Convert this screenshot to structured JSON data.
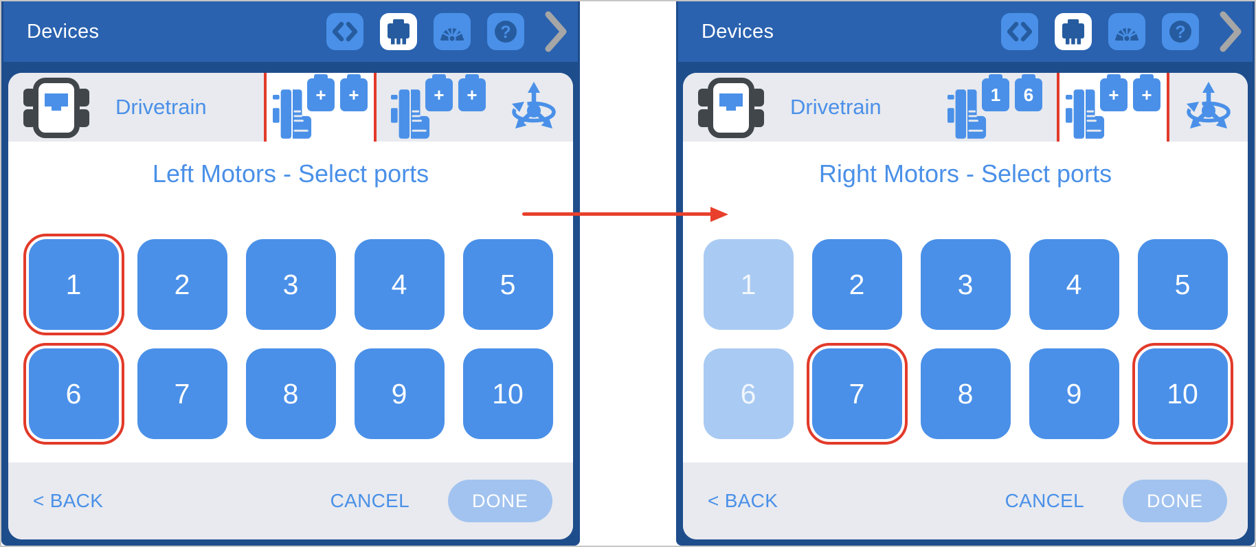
{
  "colors": {
    "topbar_blue": "#2a62af",
    "panel_navy": "#1e4d8c",
    "accent_blue": "#4a90e8",
    "icon_glyph_navy": "#265c9f",
    "card_gray": "#e8eaef",
    "port_disabled_blue": "#a9caf2",
    "selection_red": "#e23a2a",
    "arrow_red": "#e8402c",
    "done_disabled_blue": "#a2c3ef",
    "chevron_gray": "#a6a6a6"
  },
  "annotation_arrow": {
    "direction": "right",
    "color": "#e8402c"
  },
  "panels": [
    {
      "topbar": {
        "title": "Devices",
        "icons": [
          "code-icon",
          "devices-port-icon",
          "gauge-icon",
          "help-icon"
        ],
        "active_icon": "devices-port-icon",
        "chevron_icon": "chevron-right"
      },
      "drivetrain": {
        "label": "Drivetrain",
        "motor_groups": [
          {
            "name": "left-motors",
            "badges": [
              "+",
              "+"
            ],
            "selected": true
          },
          {
            "name": "right-motors",
            "badges": [
              "+",
              "+"
            ],
            "selected": false
          }
        ],
        "gyro_icon": "gyro-icon"
      },
      "prompt": "Left Motors - Select ports",
      "ports": [
        {
          "label": "1",
          "selected": true,
          "disabled": false
        },
        {
          "label": "2",
          "selected": false,
          "disabled": false
        },
        {
          "label": "3",
          "selected": false,
          "disabled": false
        },
        {
          "label": "4",
          "selected": false,
          "disabled": false
        },
        {
          "label": "5",
          "selected": false,
          "disabled": false
        },
        {
          "label": "6",
          "selected": true,
          "disabled": false
        },
        {
          "label": "7",
          "selected": false,
          "disabled": false
        },
        {
          "label": "8",
          "selected": false,
          "disabled": false
        },
        {
          "label": "9",
          "selected": false,
          "disabled": false
        },
        {
          "label": "10",
          "selected": false,
          "disabled": false
        }
      ],
      "footer": {
        "back_label": "< BACK",
        "cancel_label": "CANCEL",
        "done_label": "DONE",
        "done_disabled": true
      }
    },
    {
      "topbar": {
        "title": "Devices",
        "icons": [
          "code-icon",
          "devices-port-icon",
          "gauge-icon",
          "help-icon"
        ],
        "active_icon": "devices-port-icon",
        "chevron_icon": "chevron-right"
      },
      "drivetrain": {
        "label": "Drivetrain",
        "motor_groups": [
          {
            "name": "left-motors",
            "badges": [
              "1",
              "6"
            ],
            "selected": false
          },
          {
            "name": "right-motors",
            "badges": [
              "+",
              "+"
            ],
            "selected": true
          }
        ],
        "gyro_icon": "gyro-icon"
      },
      "prompt": "Right Motors - Select ports",
      "ports": [
        {
          "label": "1",
          "selected": false,
          "disabled": true
        },
        {
          "label": "2",
          "selected": false,
          "disabled": false
        },
        {
          "label": "3",
          "selected": false,
          "disabled": false
        },
        {
          "label": "4",
          "selected": false,
          "disabled": false
        },
        {
          "label": "5",
          "selected": false,
          "disabled": false
        },
        {
          "label": "6",
          "selected": false,
          "disabled": true
        },
        {
          "label": "7",
          "selected": true,
          "disabled": false
        },
        {
          "label": "8",
          "selected": false,
          "disabled": false
        },
        {
          "label": "9",
          "selected": false,
          "disabled": false
        },
        {
          "label": "10",
          "selected": true,
          "disabled": false
        }
      ],
      "footer": {
        "back_label": "< BACK",
        "cancel_label": "CANCEL",
        "done_label": "DONE",
        "done_disabled": true
      }
    }
  ]
}
